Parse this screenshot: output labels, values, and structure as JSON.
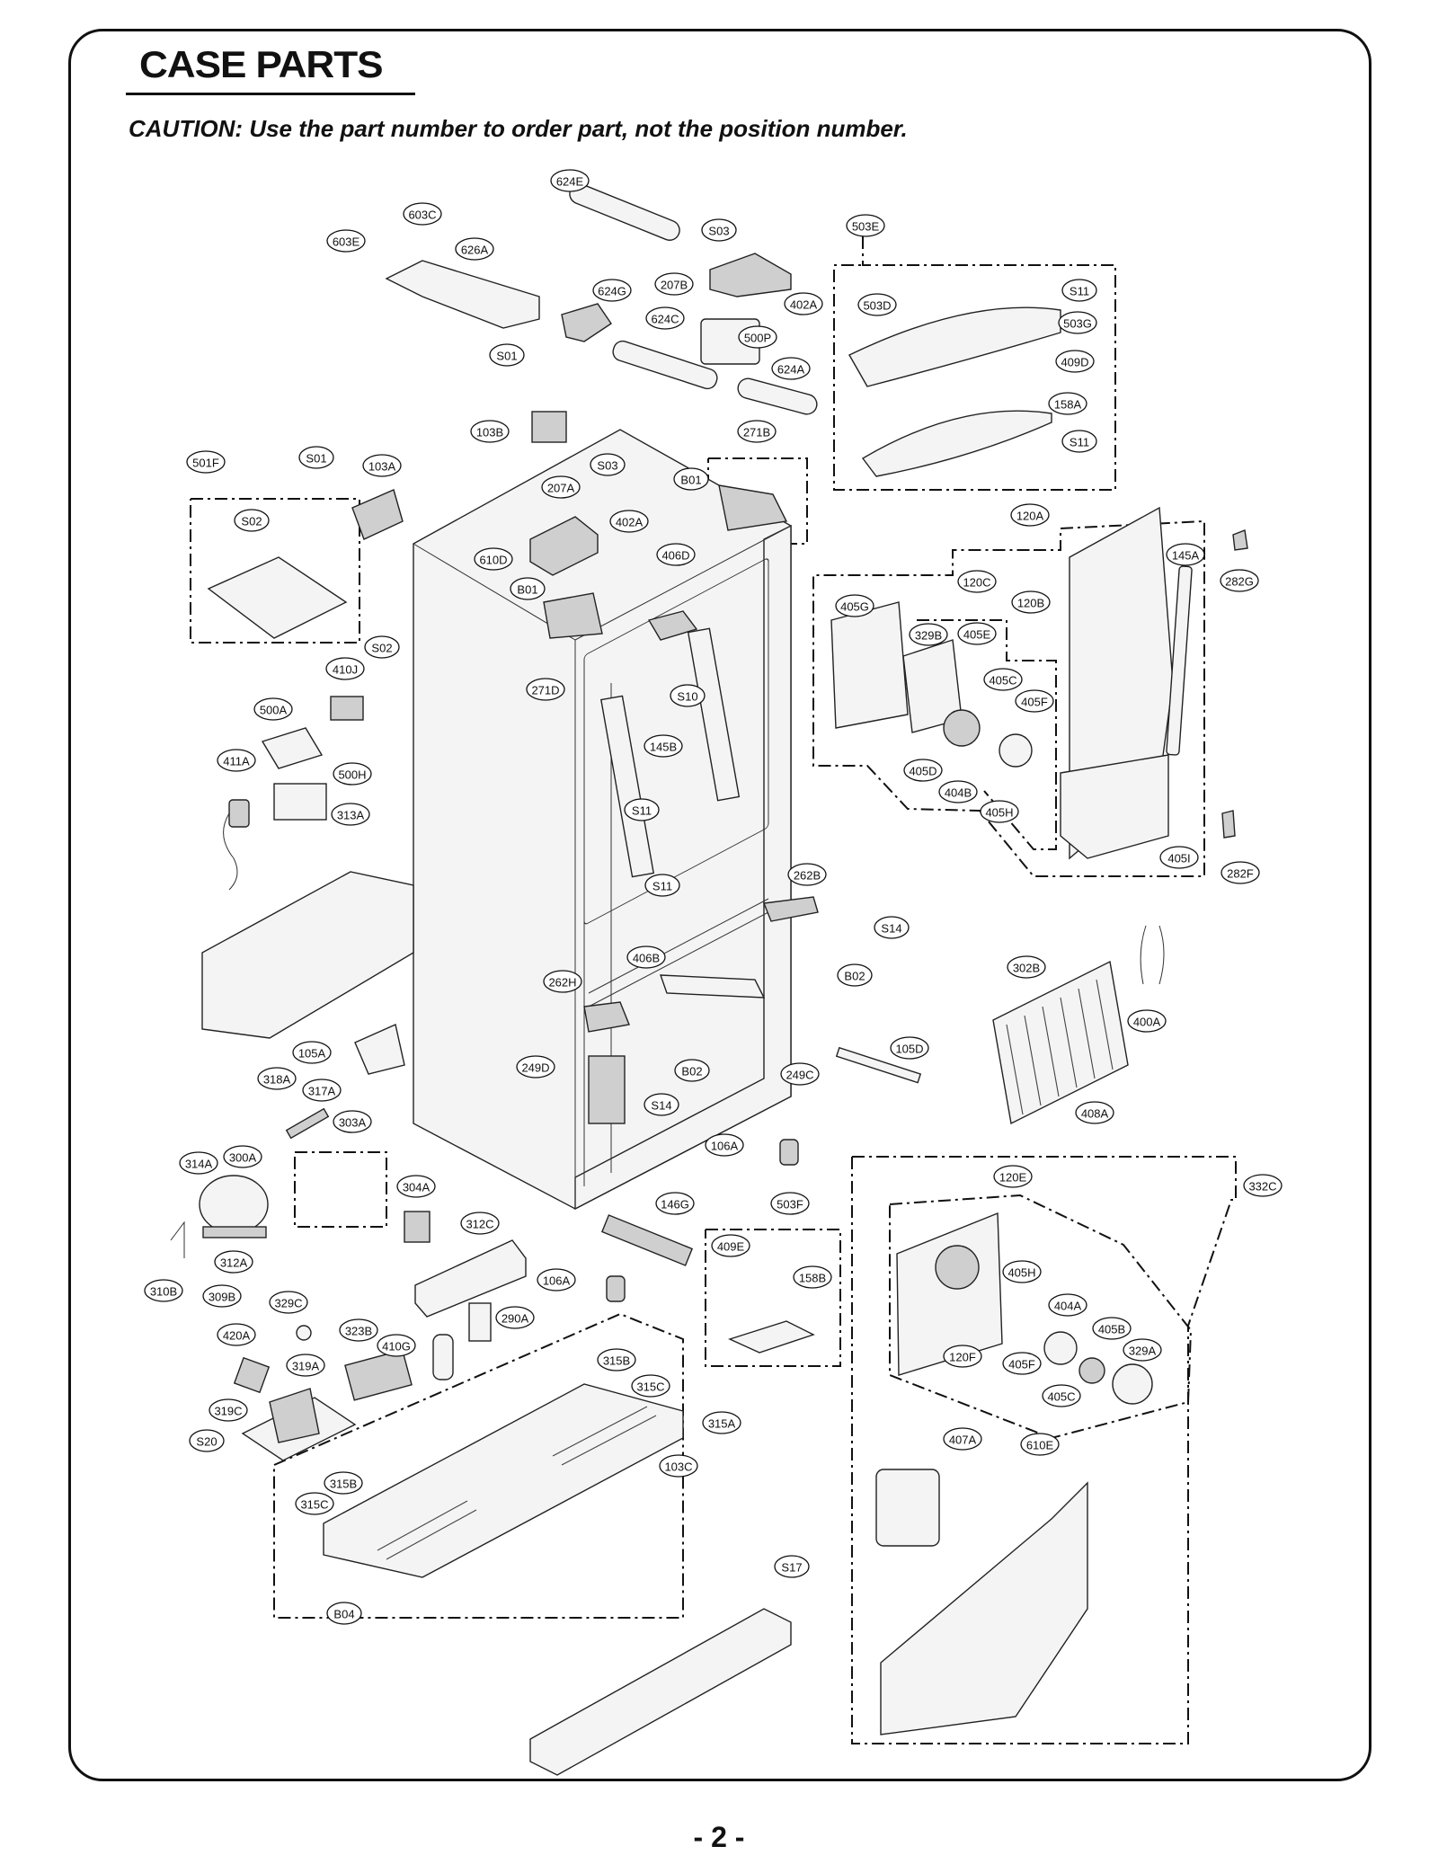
{
  "title": "CASE PARTS",
  "caution": "CAUTION: Use the part number to order part, not the position number.",
  "page_number": "- 2 -",
  "callouts": [
    "624E",
    "603C",
    "603E",
    "626A",
    "S03",
    "503E",
    "207B",
    "402A",
    "624G",
    "624C",
    "500P",
    "503D",
    "S11",
    "503G",
    "S01",
    "624A",
    "409D",
    "158A",
    "103B",
    "271B",
    "S11",
    "501F",
    "S01",
    "103A",
    "S03",
    "207A",
    "B01",
    "402A",
    "120A",
    "S02",
    "610D",
    "406D",
    "B01",
    "145A",
    "282G",
    "120C",
    "120B",
    "405G",
    "329B",
    "405E",
    "S02",
    "271D",
    "410J",
    "S10",
    "405C",
    "405F",
    "500A",
    "145B",
    "411A",
    "500H",
    "405D",
    "404B",
    "S11",
    "405H",
    "313A",
    "405I",
    "282F",
    "S11",
    "262B",
    "S14",
    "406B",
    "B02",
    "302B",
    "262H",
    "400A",
    "105D",
    "105A",
    "249D",
    "B02",
    "249C",
    "318A",
    "317A",
    "S14",
    "408A",
    "303A",
    "106A",
    "314A",
    "300A",
    "120E",
    "332C",
    "304A",
    "146G",
    "503F",
    "312C",
    "409E",
    "312A",
    "106A",
    "158B",
    "310B",
    "309B",
    "329C",
    "290A",
    "405H",
    "323B",
    "404A",
    "420A",
    "410G",
    "315B",
    "405B",
    "329A",
    "319A",
    "315C",
    "120F",
    "405F",
    "405C",
    "319C",
    "315A",
    "S20",
    "407A",
    "610E",
    "103C",
    "315B",
    "315C",
    "S17",
    "B04"
  ]
}
